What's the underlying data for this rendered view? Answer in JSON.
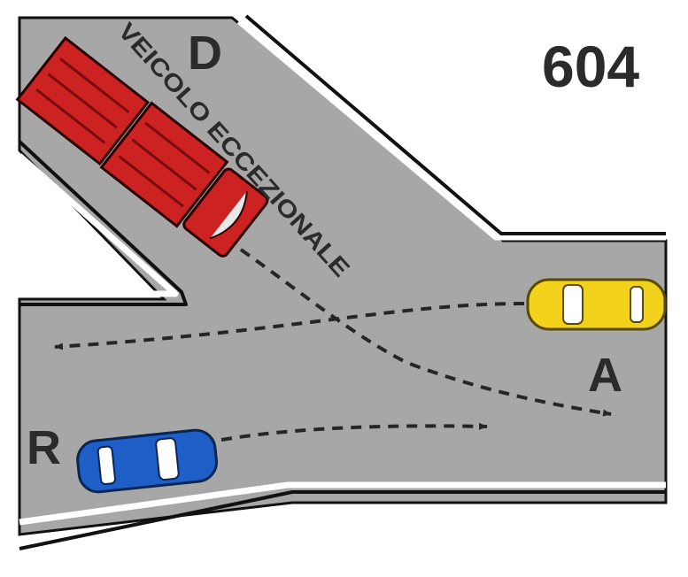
{
  "scene": {
    "number": "604",
    "labels": {
      "d": "D",
      "a": "A",
      "r": "R"
    },
    "truck_caption": "VEICOLO ECCEZIONALE"
  },
  "colors": {
    "road": "#a7a7a7",
    "road_edge": "#1a1a1a",
    "edge_line": "#ffffff",
    "truck": "#cc2222",
    "car_a": "#f2d21a",
    "car_r": "#1e5fc7",
    "path": "#262626"
  }
}
